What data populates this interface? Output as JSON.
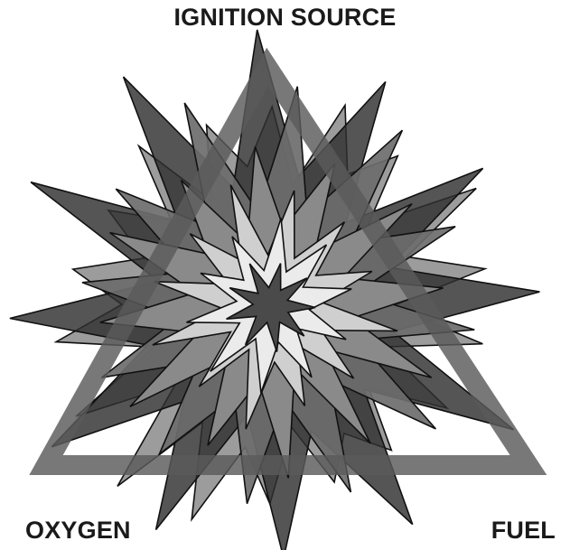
{
  "labels": {
    "top": "IGNITION SOURCE",
    "left": "OXYGEN",
    "right": "FUEL"
  },
  "colors": {
    "triangle": "#5a5a5a",
    "burst_back": "#9c9c9c",
    "burst_outer": "#2f2f2f",
    "burst_mid1": "#6c6c6c",
    "burst_mid2": "#8a8a8a",
    "burst_light": "#cfcfcf",
    "burst_lighter": "#ebebeb",
    "core": "#4a4a4a",
    "stroke": "#111111"
  }
}
